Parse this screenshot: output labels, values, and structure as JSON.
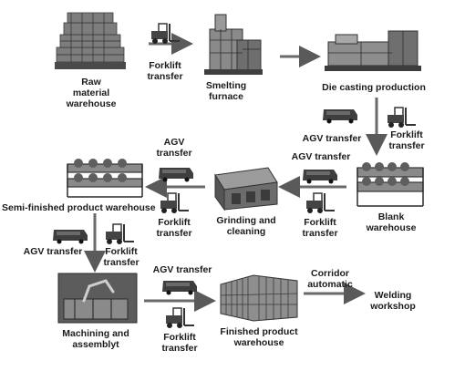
{
  "nodes": {
    "raw_warehouse": {
      "label_lines": [
        "Raw",
        "material",
        "warehouse"
      ]
    },
    "smelting_furnace": {
      "label_lines": [
        "Smelting",
        "furnace"
      ]
    },
    "die_casting": {
      "label_lines": [
        "Die casting production"
      ]
    },
    "blank_warehouse": {
      "label_lines": [
        "Blank",
        "warehouse"
      ]
    },
    "grinding_cleaning": {
      "label_lines": [
        "Grinding and",
        "cleaning"
      ]
    },
    "semi_finished_warehouse": {
      "label_lines": [
        "Semi-finished product warehouse"
      ]
    },
    "machining_assembly": {
      "label_lines": [
        "Machining and",
        "assemblyt"
      ]
    },
    "finished_warehouse": {
      "label_lines": [
        "Finished product",
        "warehouse"
      ]
    },
    "welding_workshop": {
      "label_lines": [
        "Welding",
        "workshop"
      ]
    }
  },
  "transfers": {
    "forklift_raw_to_smelting": {
      "label_lines": [
        "Forklift",
        "transfer"
      ]
    },
    "agv_die_to_blank": {
      "label_lines": [
        "AGV transfer"
      ]
    },
    "forklift_die_to_blank": {
      "label_lines": [
        "Forklift",
        "transfer"
      ]
    },
    "agv_blank_to_grinding": {
      "label_lines": [
        "AGV transfer"
      ]
    },
    "forklift_blank_to_grinding": {
      "label_lines": [
        "Forklift",
        "transfer"
      ]
    },
    "agv_grinding_to_semi": {
      "label_lines": [
        "AGV",
        "transfer"
      ]
    },
    "forklift_grinding_to_semi": {
      "label_lines": [
        "Forklift",
        "transfer"
      ]
    },
    "agv_semi_to_machining": {
      "label_lines": [
        "AGV transfer"
      ]
    },
    "forklift_semi_to_machining": {
      "label_lines": [
        "Forklift",
        "transfer"
      ]
    },
    "agv_machining_to_finished": {
      "label_lines": [
        "AGV transfer"
      ]
    },
    "forklift_machining_to_finished": {
      "label_lines": [
        "Forklift",
        "transfer"
      ]
    },
    "corridor_finished_to_welding": {
      "label_lines": [
        "Corridor",
        "automatic"
      ]
    }
  }
}
